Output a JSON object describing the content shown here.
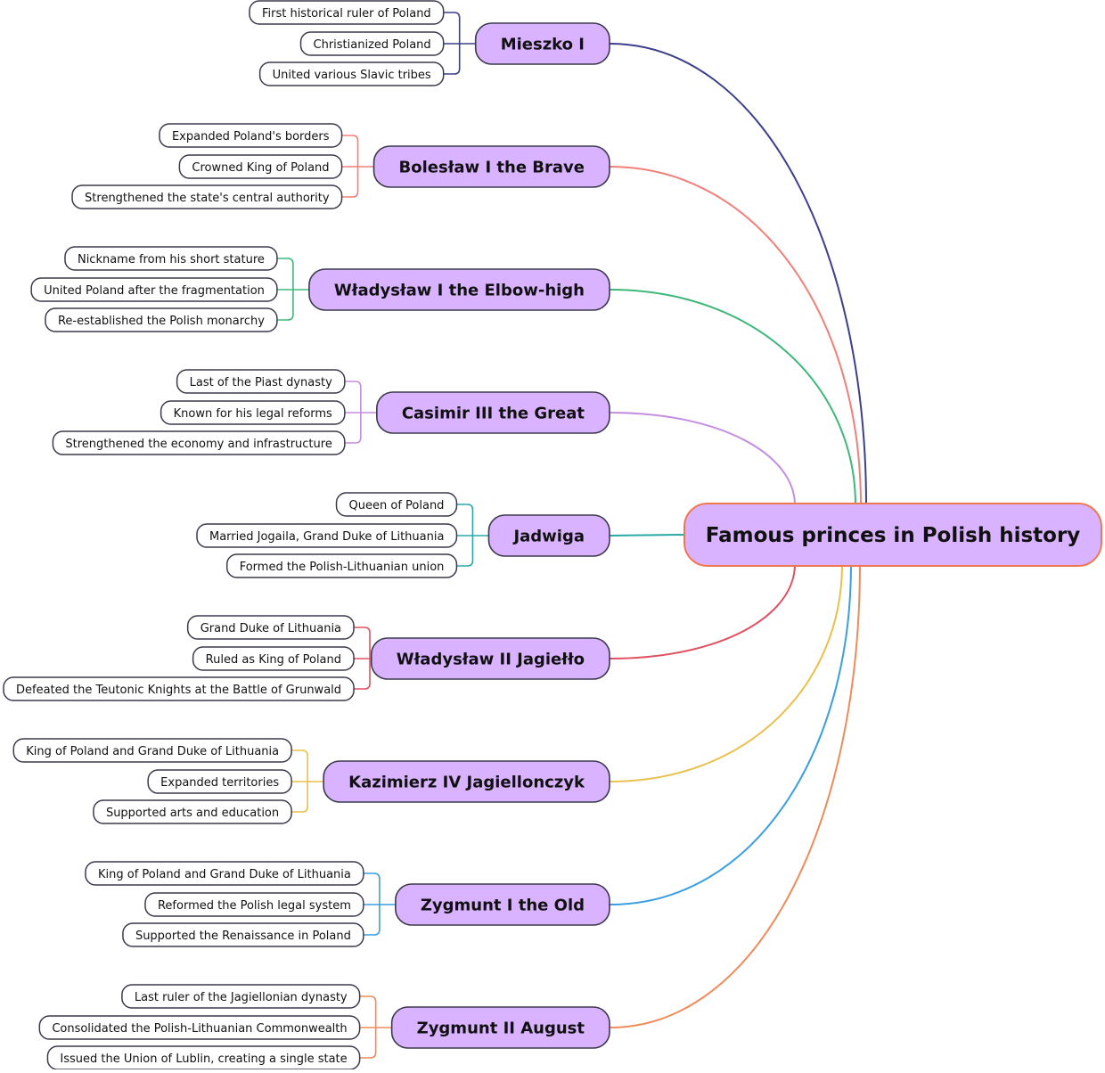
{
  "root": {
    "title": "Famous princes in Polish history",
    "fill": "#d9b3ff",
    "stroke": "#f07850"
  },
  "style": {
    "branch_fill": "#d9b3ff",
    "branch_stroke": "#3a3a4a",
    "leaf_fill": "#ffffff",
    "leaf_stroke": "#3a3a4a",
    "text": "#111111"
  },
  "branches": [
    {
      "label": "Mieszko I",
      "color": "#3b3f8c",
      "details": [
        "First historical ruler of Poland",
        "Christianized Poland",
        "United various Slavic tribes"
      ]
    },
    {
      "label": "Bolesław I the Brave",
      "color": "#f27f78",
      "details": [
        "Expanded Poland's borders",
        "Crowned King of Poland",
        "Strengthened the state's central authority"
      ]
    },
    {
      "label": "Władysław I the Elbow-high",
      "color": "#3db87a",
      "details": [
        "Nickname from his short stature",
        "United Poland after the fragmentation",
        "Re-established the Polish monarchy"
      ]
    },
    {
      "label": "Casimir III the Great",
      "color": "#c48ee0",
      "details": [
        "Last of the Piast dynasty",
        "Known for his legal reforms",
        "Strengthened the economy and infrastructure"
      ]
    },
    {
      "label": "Jadwiga",
      "color": "#2aa8a8",
      "details": [
        "Queen of Poland",
        "Married Jogaila, Grand Duke of Lithuania",
        "Formed the Polish-Lithuanian union"
      ]
    },
    {
      "label": "Władysław II Jagiełło",
      "color": "#e05060",
      "details": [
        "Grand Duke of Lithuania",
        "Ruled as King of Poland",
        "Defeated the Teutonic Knights at the Battle of Grunwald"
      ]
    },
    {
      "label": "Kazimierz IV Jagiellonczyk",
      "color": "#e8c04a",
      "details": [
        "King of Poland and Grand Duke of Lithuania",
        "Expanded territories",
        "Supported arts and education"
      ]
    },
    {
      "label": "Zygmunt I the Old",
      "color": "#3a9ee0",
      "details": [
        "King of Poland and Grand Duke of Lithuania",
        "Reformed the Polish legal system",
        "Supported the Renaissance in Poland"
      ]
    },
    {
      "label": "Zygmunt II August",
      "color": "#f08a5a",
      "details": [
        "Last ruler of the Jagiellonian dynasty",
        "Consolidated the Polish-Lithuanian Commonwealth",
        "Issued the Union of Lublin, creating a single state"
      ]
    }
  ]
}
